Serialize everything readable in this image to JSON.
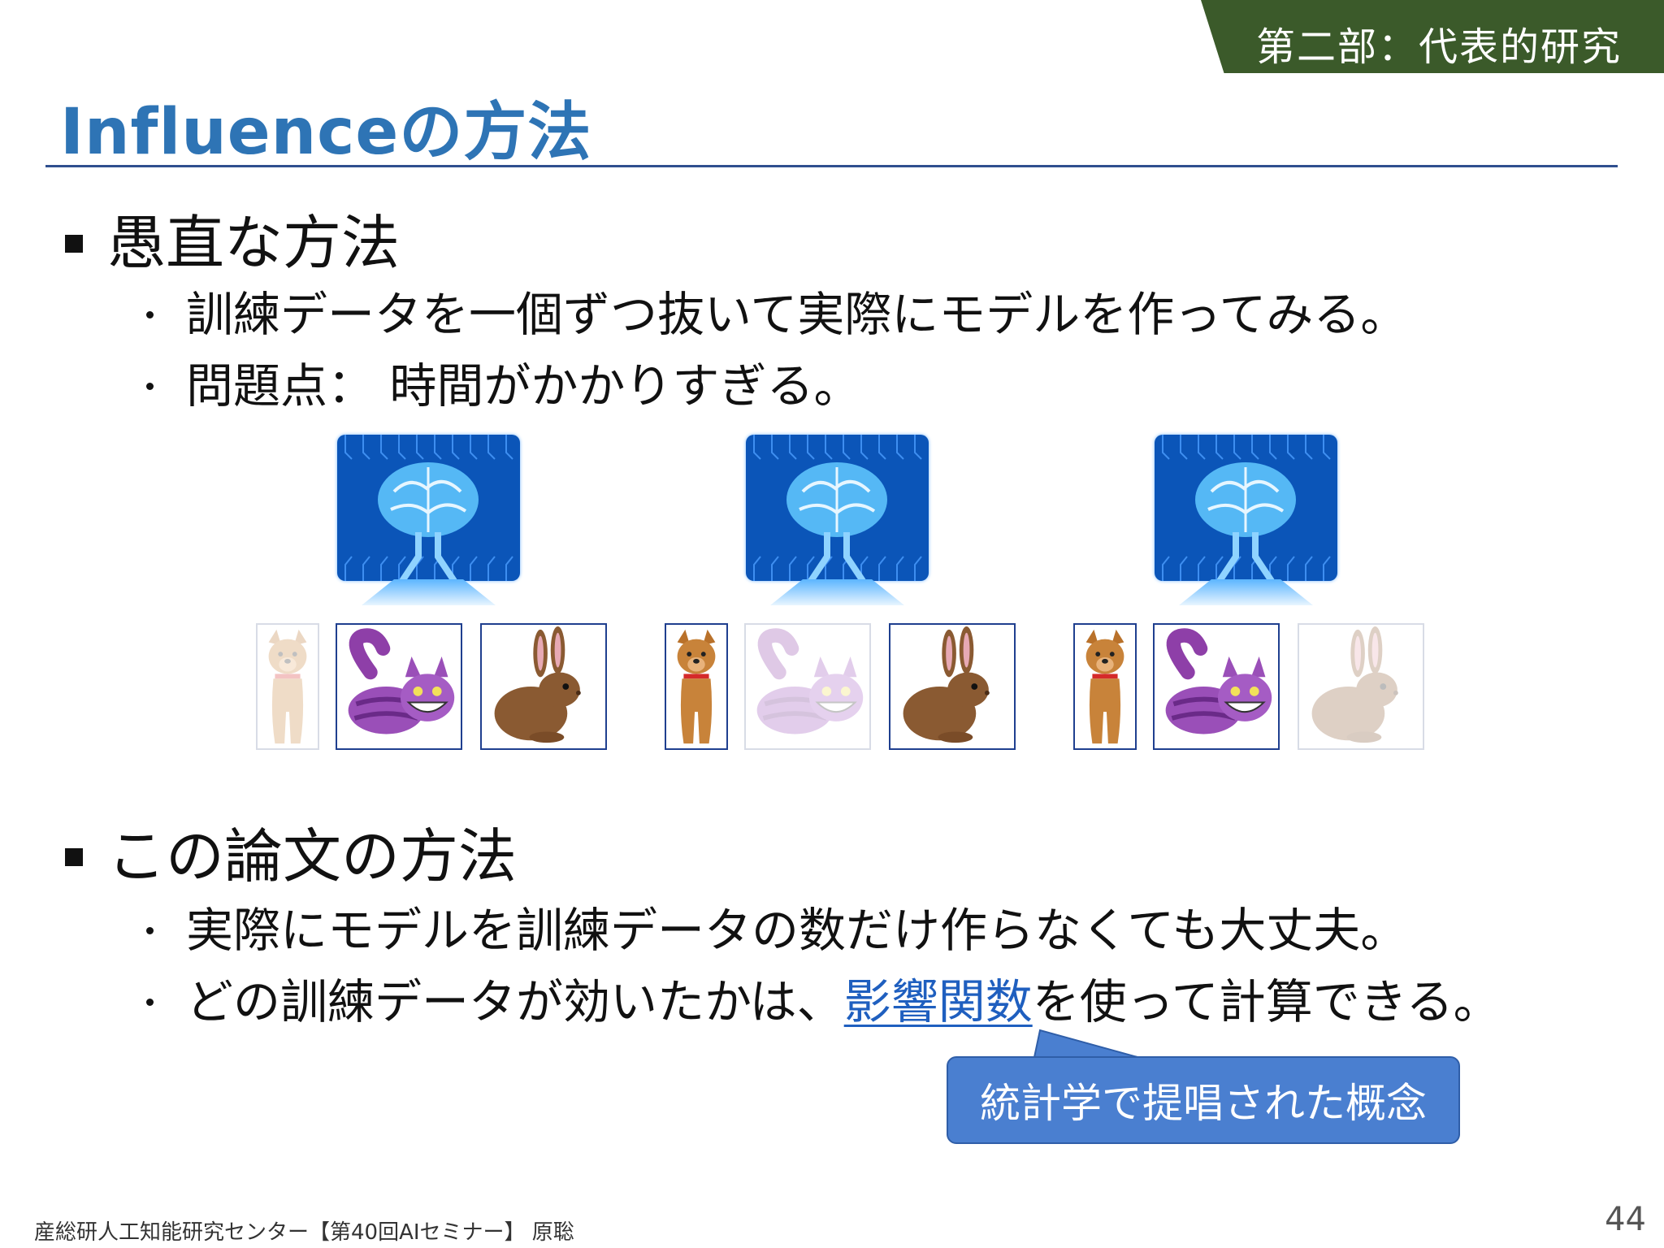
{
  "header": {
    "section_tag": "第二部：代表的研究",
    "title": "Influenceの方法"
  },
  "bullets": [
    {
      "text": "愚直な方法",
      "subs": [
        "訓練データを一個ずつ抜いて実際にモデルを作ってみる。",
        "問題点： 時間がかかりすぎる。"
      ]
    },
    {
      "text": "この論文の方法",
      "subs": [
        "実際にモデルを訓練データの数だけ作らなくても大丈夫。"
      ],
      "sub2": {
        "prefix": "どの訓練データが効いたかは、",
        "link": "影響関数",
        "suffix": "を使って計算できる。"
      }
    }
  ],
  "figure": {
    "groups": [
      {
        "model_icon": "brain-computer-icon",
        "samples": [
          {
            "animal": "dog",
            "excluded": true
          },
          {
            "animal": "cat",
            "excluded": false
          },
          {
            "animal": "rabbit",
            "excluded": false
          }
        ]
      },
      {
        "model_icon": "brain-computer-icon",
        "samples": [
          {
            "animal": "dog",
            "excluded": false
          },
          {
            "animal": "cat",
            "excluded": true
          },
          {
            "animal": "rabbit",
            "excluded": false
          }
        ]
      },
      {
        "model_icon": "brain-computer-icon",
        "samples": [
          {
            "animal": "dog",
            "excluded": false
          },
          {
            "animal": "cat",
            "excluded": false
          },
          {
            "animal": "rabbit",
            "excluded": true
          }
        ]
      }
    ]
  },
  "callout": "統計学で提唱された概念",
  "footer": "産総研人工知能研究センター【第40回AIセミナー】 原聡",
  "page_number": "44",
  "colors": {
    "title": "#2e74b5",
    "section_tag": "#3b5a2a",
    "callout": "#4a7fd0",
    "link": "#1f5fbf"
  }
}
